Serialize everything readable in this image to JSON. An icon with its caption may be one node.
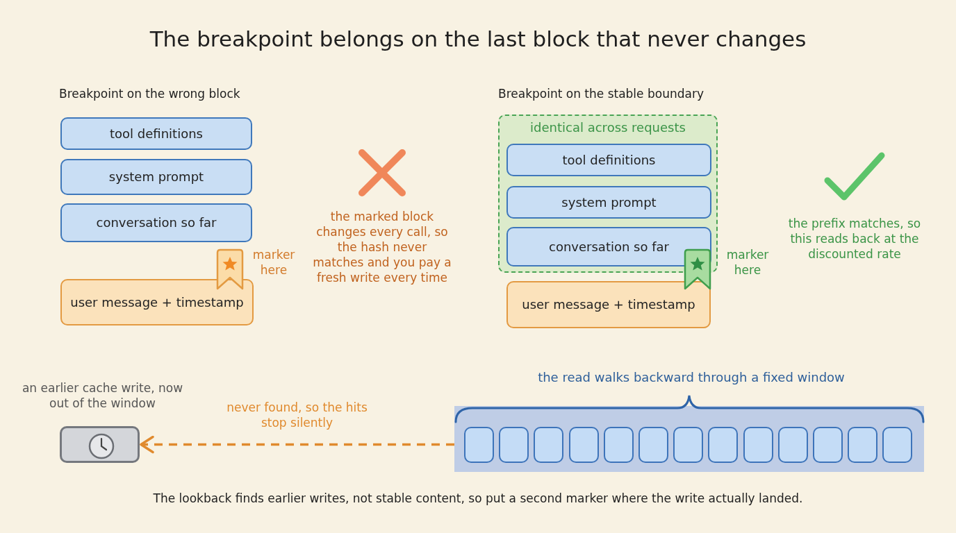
{
  "diagram": {
    "title": "The breakpoint belongs on the last block that never changes",
    "caption": "The lookback finds earlier writes, not stable content, so put a second marker where the write actually landed.",
    "nodes": [
      {
        "text": [
          "tool definitions"
        ]
      },
      {
        "text": [
          "system prompt"
        ]
      },
      {
        "text": [
          "conversation so far"
        ]
      },
      {
        "text": [
          "user message + timestamp"
        ]
      },
      {
        "text": [
          "identical across requests"
        ]
      },
      {
        "text": [
          "tool definitions"
        ],
        "in": 4
      },
      {
        "text": [
          "system prompt"
        ],
        "in": 4
      },
      {
        "text": [
          "conversation so far"
        ],
        "in": 4
      },
      {
        "text": [
          "user message + timestamp"
        ]
      },
      {
        "text": [],
        "shape": "box",
        "beside": [
          "an earlier cache write, now out of the window"
        ]
      },
      {
        "text": [],
        "shape": "bar",
        "beside": [
          "the read walks backward through a fixed window"
        ]
      },
      {
        "text": [],
        "shape": "box",
        "in": 10
      },
      {
        "text": [],
        "shape": "box",
        "in": 10
      },
      {
        "text": [],
        "shape": "box",
        "in": 10
      },
      {
        "text": [],
        "shape": "box",
        "in": 10
      },
      {
        "text": [],
        "shape": "box",
        "in": 10
      },
      {
        "text": [],
        "shape": "box",
        "in": 10
      },
      {
        "text": [],
        "shape": "box",
        "in": 10
      },
      {
        "text": [],
        "shape": "box",
        "in": 10
      },
      {
        "text": [],
        "shape": "box",
        "in": 10
      },
      {
        "text": [],
        "shape": "box",
        "in": 10
      },
      {
        "text": [],
        "shape": "box",
        "in": 10
      },
      {
        "text": [],
        "shape": "box",
        "in": 10
      },
      {
        "text": [],
        "shape": "box",
        "in": 10
      }
    ],
    "edges": [
      {
        "from": 10,
        "to": 9,
        "arrow": "to",
        "style": "dashed",
        "color": "#e08a2e",
        "label": "never found, so the hits stop silently"
      }
    ],
    "labels": [
      "Breakpoint on the wrong block",
      "Breakpoint on the stable boundary",
      "marker here",
      "the marked block changes every call, so the hash never matches and you pay a fresh write every time",
      "marker here",
      "the prefix matches, so this reads back at the discounted rate"
    ]
  }
}
